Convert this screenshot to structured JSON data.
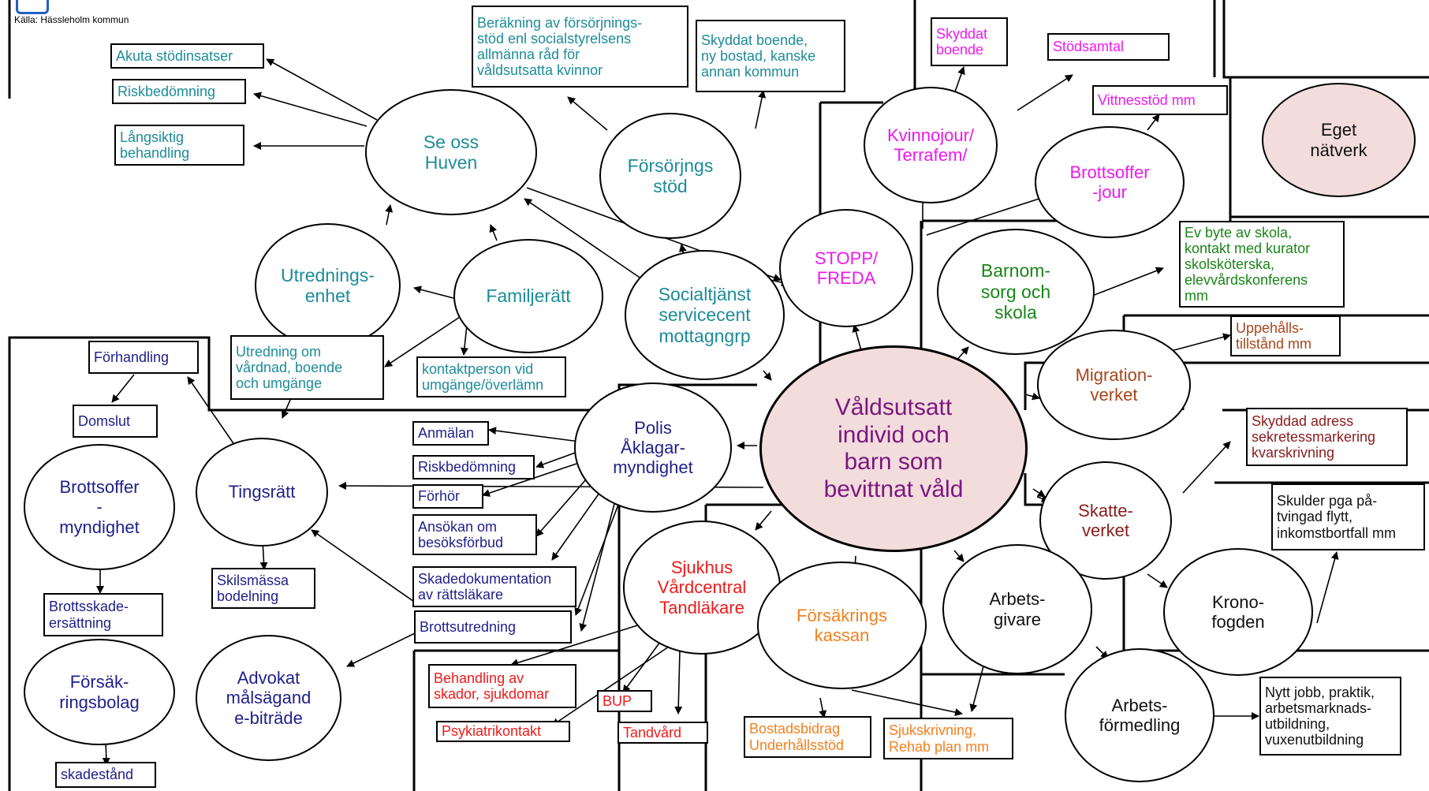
{
  "source": "Källa: Hässleholm kommun",
  "colors": {
    "teal": "#1d8c98",
    "navy": "#1f1f8a",
    "magenta": "#ee19ee",
    "green": "#198519",
    "brown": "#a8461c",
    "red": "#ee1a1a",
    "orange": "#f2801e",
    "purple": "#7a1880",
    "center_fill": "#f3dcdc"
  },
  "center": "Våldsutsatt\nindivid och\nbarn som\nbevittnat våld",
  "circles": {
    "se_oss": "Se oss\nHuven",
    "forsorjning": "Försörjngs\nstöd",
    "kvinnojour": "Kvinnojour/\nTerrafem/",
    "brottsofferjour": "Brottsoffer\n-jour",
    "eget_natverk": "Eget\nnätverk",
    "utredningsenhet": "Utrednings-\nenhet",
    "familjeratt": "Familjerätt",
    "socialtjanst": "Socialtjänst\nservicecent\nmottagngrp",
    "stopp": "STOPP/\nFREDA",
    "barnomsorg": "Barnom-\nsorg och\nskola",
    "migration": "Migration-\nverket",
    "polis": "Polis\nÅklagar-\nmyndighet",
    "tingsratt": "Tingsrätt",
    "brottsoffermyndighet": "Brottsoffer\n-\nmyndighet",
    "skatteverket": "Skatte-\nverket",
    "sjukhus": "Sjukhus\nVårdcentral\nTandläkare",
    "forsakringskassan": "Försäkrings\nkassan",
    "arbetsgivare": "Arbets-\ngivare",
    "kronofogden": "Krono-\nfogden",
    "forsakringsbolag": "Försäk-\nringsbolag",
    "advokat": "Advokat\nmålsägand\ne-biträde",
    "arbetsformedling": "Arbets-\nförmedling"
  },
  "boxes": {
    "akuta": "Akuta stödinsatser",
    "riskbedomning_1": "Riskbedömning",
    "langsiktig": "Långsiktig\nbehandling",
    "berakning": "Beräkning av försörjnings-\nstöd enl socialstyrelsens\nallmänna råd för\nvåldsutsatta kvinnor",
    "skyddat_boende_ny": "Skyddat boende,\nny bostad, kanske\nannan kommun",
    "skyddat_boende": "Skyddat\nboende",
    "stodsamtal": "Stödsamtal",
    "vittnesstod": "Vittnesstöd mm",
    "byte_skola": "Ev byte av skola,\nkontakt med kurator\nskolsköterska,\nelevvårdskonferens\nmm",
    "uppehall": "Uppehålls-\ntillstånd mm",
    "skyddad_adress": "Skyddad adress\nsekretessmarkering\n kvarskrivning",
    "skulder": "Skulder pga på-\ntvingad flytt,\ninkomstbortfall mm",
    "nytt_jobb": "Nytt jobb, praktik,\narbetsmarknads-\nutbildning,\nvuxenutbildning",
    "forhandling": "Förhandling",
    "domslut": "Domslut",
    "utredning_om": "Utredning om\nvårdnad, boende\noch umgänge",
    "kontaktperson": "kontaktperson vid\numgänge/överlämn",
    "anmalan": "Anmälan",
    "riskbedomning_2": "Riskbedömning",
    "forhor": "Förhör",
    "ansokan": "Ansökan om\nbesöksförbud",
    "skadedok": "Skadedokumentation\nav rättsläkare",
    "brottsutredning": "Brottsutredning",
    "skilsmassa": "Skilsmässa\nbodelning",
    "brottsskade": "Brottsskade-\nersättning",
    "skadestand": "skadestånd",
    "behandling": "Behandling av\nskador, sjukdomar",
    "bup": "BUP",
    "psykiatri": "Psykiatrikontakt",
    "tandvard": "Tandvård",
    "bostadsbidrag": "Bostadsbidrag\nUnderhållsstöd",
    "sjukskrivning": "Sjukskrivning,\nRehab plan mm"
  }
}
